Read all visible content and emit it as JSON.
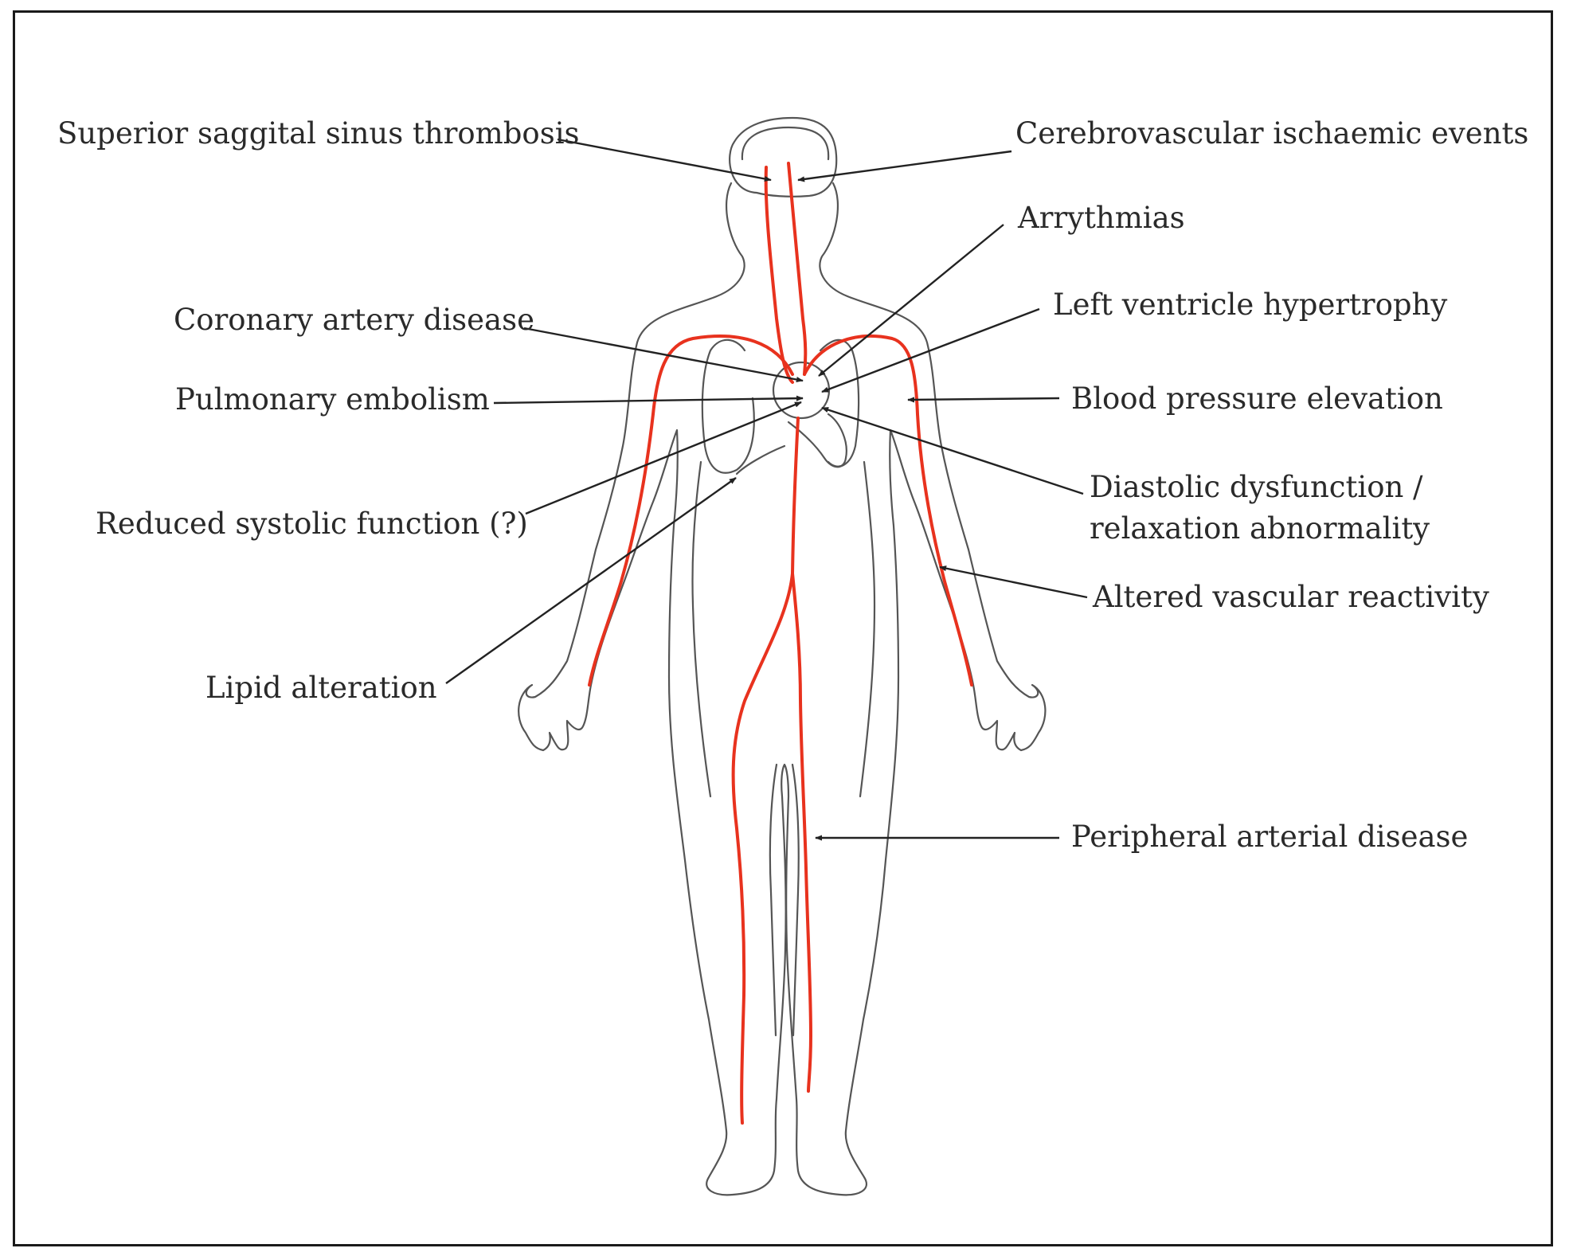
{
  "colors": {
    "vessel": "#e8321e",
    "outline": "#555555",
    "leader": "#222222",
    "text": "#2a2a2a"
  },
  "labels": {
    "superior_saggital": "Superior saggital sinus thrombosis",
    "cerebrovascular": "Cerebrovascular ischaemic events",
    "arrythmias": "Arrythmias",
    "coronary": "Coronary artery disease",
    "left_ventricle": "Left ventricle hypertrophy",
    "pulmonary": "Pulmonary embolism",
    "blood_pressure": "Blood pressure elevation",
    "diastolic_line1": "Diastolic dysfunction /",
    "diastolic_line2": "relaxation abnormality",
    "reduced_systolic": "Reduced systolic function (?)",
    "altered_vascular": "Altered vascular reactivity",
    "lipid": "Lipid alteration",
    "peripheral": "Peripheral arterial disease"
  }
}
